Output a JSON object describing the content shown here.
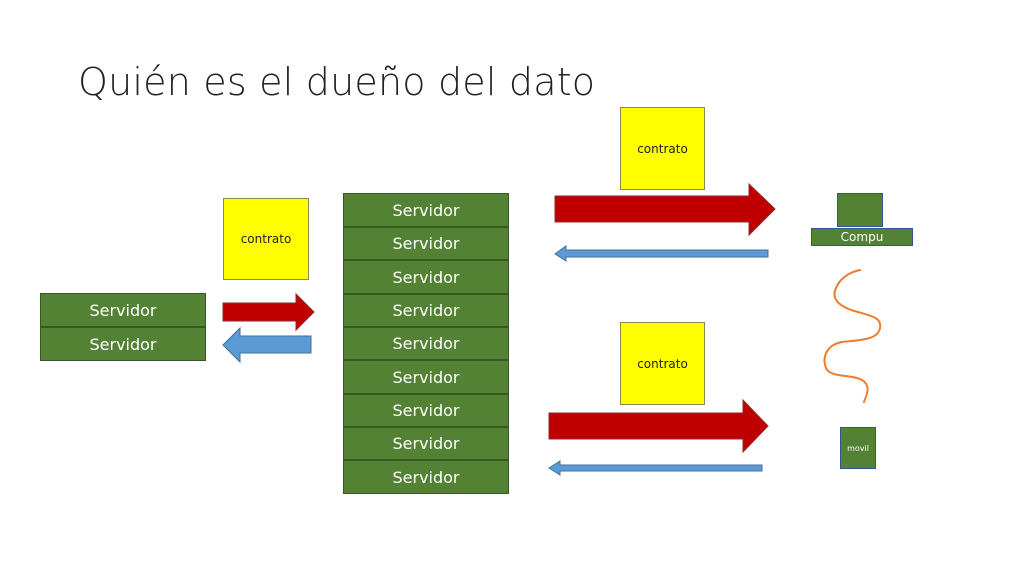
{
  "title": "Quién es el dueño del dato",
  "left_stack": [
    "Servidor",
    "Servidor"
  ],
  "center_stack": [
    "Servidor",
    "Servidor",
    "Servidor",
    "Servidor",
    "Servidor",
    "Servidor",
    "Servidor",
    "Servidor",
    "Servidor"
  ],
  "contracts": {
    "left": "contrato",
    "top_right": "contrato",
    "bottom_right": "contrato"
  },
  "devices": {
    "compu": "Compu",
    "movil": "movil"
  },
  "colors": {
    "server_green": "#548235",
    "contract_yellow": "#ffff00",
    "arrow_red": "#c00000",
    "arrow_blue": "#5b9bd5",
    "cable_orange": "#ed7d31"
  }
}
